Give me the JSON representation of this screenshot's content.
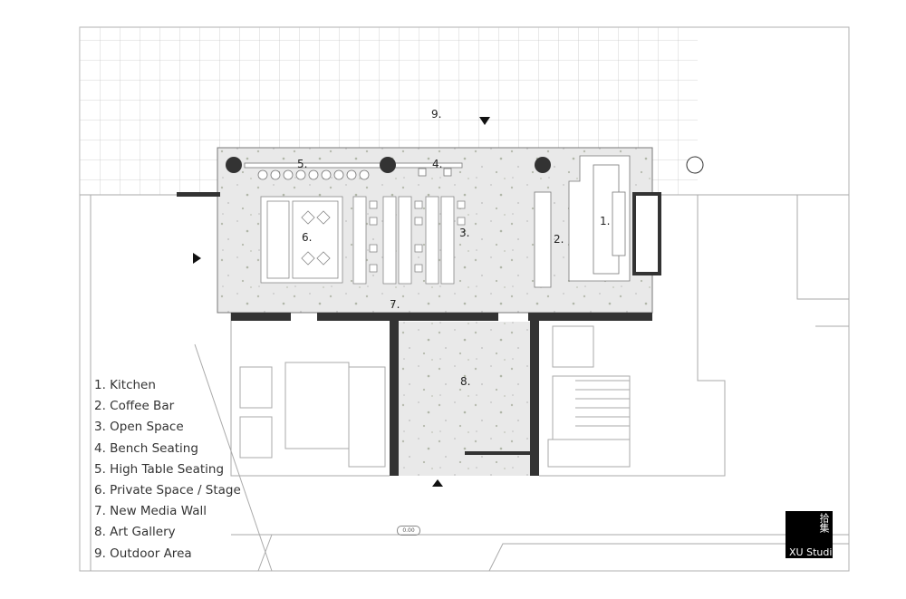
{
  "plan": {
    "area_labels": {
      "kitchen": "1.",
      "coffee_bar": "2.",
      "open_space": "3.",
      "bench_seating": "4.",
      "high_table": "5.",
      "private_space": "6.",
      "media_wall": "7.",
      "art_gallery": "8.",
      "outdoor": "9."
    },
    "elevation_marker": "0.00"
  },
  "legend": {
    "items": [
      "1. Kitchen",
      "2. Coffee Bar",
      "3. Open Space",
      "4. Bench Seating",
      "5. High Table Seating",
      "6. Private Space / Stage",
      "7. New Media Wall",
      "8. Art Gallery",
      "9. Outdoor Area"
    ]
  },
  "logo": {
    "chinese": "拾集",
    "name": "XU Studio"
  },
  "colors": {
    "wall": "#333333",
    "floor": "#e6e6e6",
    "line": "#9a9a9a"
  }
}
